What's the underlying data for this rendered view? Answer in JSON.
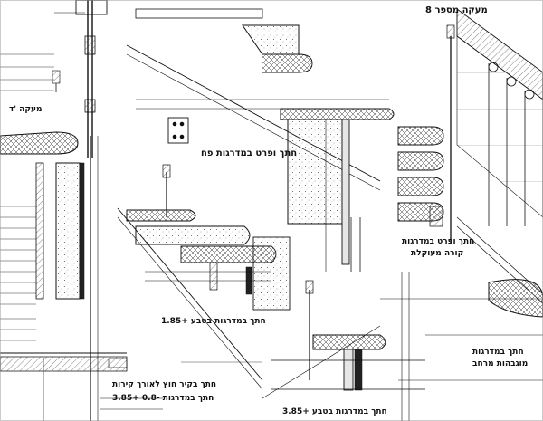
{
  "titles": {
    "t1": "מעקה מספר 8 ",
    "t2": "מעקה 'ד",
    "t3": "חתך ופרט במדרגות פח",
    "t4": "חתך ופרט במדרגות",
    "t5": "קורה מעוקלת",
    "t6": "חתך במדרגות בטבע +1.85",
    "t7": "חתך במדרגות",
    "t8": "מוגבהות מרחב",
    "t9": "חתך בקיר חוץ לאורך קירות",
    "t10": "חתך במדרגות -0.8 +3.85",
    "t11": "חתך במדרגות בטבע +3.85"
  },
  "colors": {
    "ink": "#111111",
    "paper": "#ffffff"
  }
}
